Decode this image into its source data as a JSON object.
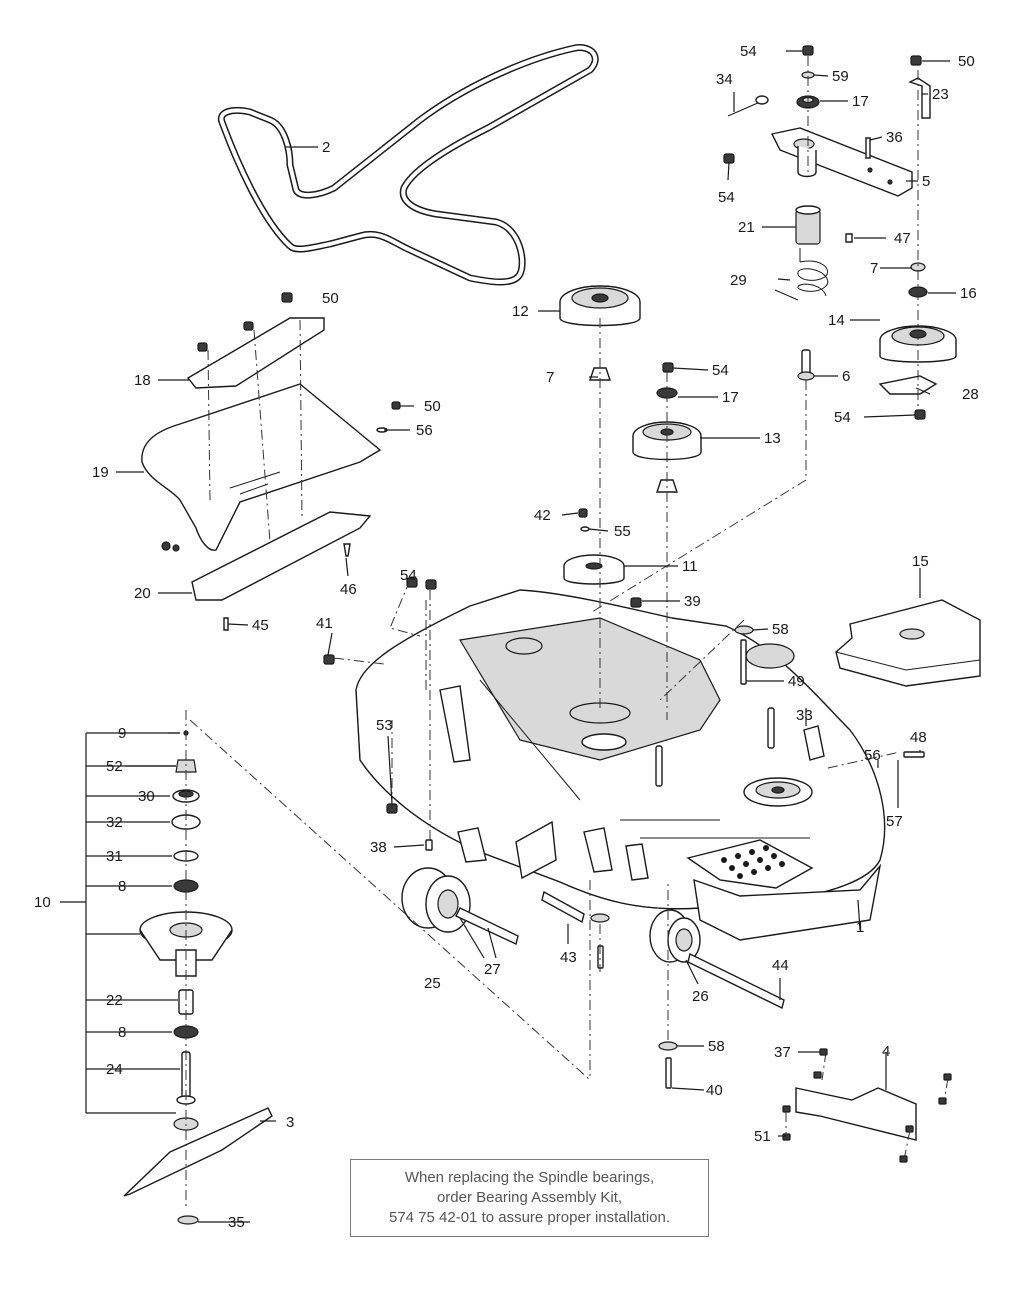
{
  "note": {
    "lines": [
      "When replacing the Spindle bearings,",
      "order Bearing Assembly Kit,",
      "574 75 42-01 to assure proper installation."
    ]
  },
  "callouts": [
    {
      "id": "c1",
      "text": "1"
    },
    {
      "id": "c2",
      "text": "2"
    },
    {
      "id": "c3",
      "text": "3"
    },
    {
      "id": "c4",
      "text": "4"
    },
    {
      "id": "c5",
      "text": "5"
    },
    {
      "id": "c6",
      "text": "6"
    },
    {
      "id": "c7a",
      "text": "7"
    },
    {
      "id": "c7b",
      "text": "7"
    },
    {
      "id": "c8a",
      "text": "8"
    },
    {
      "id": "c8b",
      "text": "8"
    },
    {
      "id": "c9",
      "text": "9"
    },
    {
      "id": "c10",
      "text": "10"
    },
    {
      "id": "c11",
      "text": "11"
    },
    {
      "id": "c12",
      "text": "12"
    },
    {
      "id": "c13",
      "text": "13"
    },
    {
      "id": "c14",
      "text": "14"
    },
    {
      "id": "c15",
      "text": "15"
    },
    {
      "id": "c16",
      "text": "16"
    },
    {
      "id": "c17a",
      "text": "17"
    },
    {
      "id": "c17b",
      "text": "17"
    },
    {
      "id": "c18",
      "text": "18"
    },
    {
      "id": "c19",
      "text": "19"
    },
    {
      "id": "c20",
      "text": "20"
    },
    {
      "id": "c21",
      "text": "21"
    },
    {
      "id": "c22",
      "text": "22"
    },
    {
      "id": "c23",
      "text": "23"
    },
    {
      "id": "c24",
      "text": "24"
    },
    {
      "id": "c25",
      "text": "25"
    },
    {
      "id": "c26",
      "text": "26"
    },
    {
      "id": "c27",
      "text": "27"
    },
    {
      "id": "c28",
      "text": "28"
    },
    {
      "id": "c29",
      "text": "29"
    },
    {
      "id": "c30",
      "text": "30"
    },
    {
      "id": "c31",
      "text": "31"
    },
    {
      "id": "c32",
      "text": "32"
    },
    {
      "id": "c33",
      "text": "33"
    },
    {
      "id": "c34",
      "text": "34"
    },
    {
      "id": "c35",
      "text": "35"
    },
    {
      "id": "c36",
      "text": "36"
    },
    {
      "id": "c37",
      "text": "37"
    },
    {
      "id": "c38",
      "text": "38"
    },
    {
      "id": "c39",
      "text": "39"
    },
    {
      "id": "c40",
      "text": "40"
    },
    {
      "id": "c41",
      "text": "41"
    },
    {
      "id": "c42",
      "text": "42"
    },
    {
      "id": "c43",
      "text": "43"
    },
    {
      "id": "c44",
      "text": "44"
    },
    {
      "id": "c45",
      "text": "45"
    },
    {
      "id": "c46",
      "text": "46"
    },
    {
      "id": "c47",
      "text": "47"
    },
    {
      "id": "c48",
      "text": "48"
    },
    {
      "id": "c49",
      "text": "49"
    },
    {
      "id": "c50a",
      "text": "50"
    },
    {
      "id": "c50b",
      "text": "50"
    },
    {
      "id": "c50c",
      "text": "50"
    },
    {
      "id": "c51",
      "text": "51"
    },
    {
      "id": "c52",
      "text": "52"
    },
    {
      "id": "c53",
      "text": "53"
    },
    {
      "id": "c54a",
      "text": "54"
    },
    {
      "id": "c54b",
      "text": "54"
    },
    {
      "id": "c54c",
      "text": "54"
    },
    {
      "id": "c54d",
      "text": "54"
    },
    {
      "id": "c54e",
      "text": "54"
    },
    {
      "id": "c55",
      "text": "55"
    },
    {
      "id": "c56a",
      "text": "56"
    },
    {
      "id": "c56b",
      "text": "56"
    },
    {
      "id": "c57",
      "text": "57"
    },
    {
      "id": "c58a",
      "text": "58"
    },
    {
      "id": "c58b",
      "text": "58"
    },
    {
      "id": "c59",
      "text": "59"
    }
  ]
}
